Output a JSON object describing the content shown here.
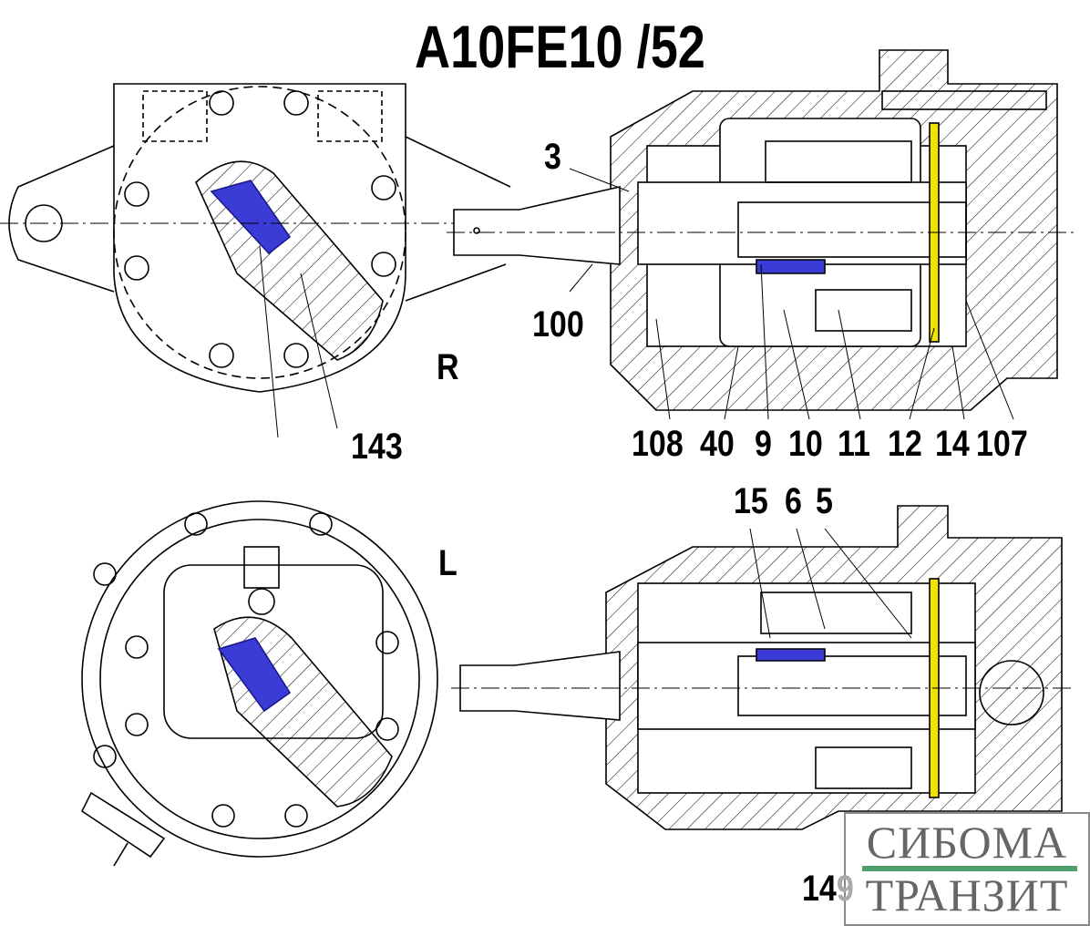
{
  "title": "A10FE10 /52",
  "views": {
    "right": "R",
    "left": "L"
  },
  "part_labels": {
    "p3": "3",
    "p100": "100",
    "p143": "143",
    "p108": "108",
    "p40": "40",
    "p9": "9",
    "p10": "10",
    "p11": "11",
    "p12": "12",
    "p14": "14",
    "p107": "107",
    "p15": "15",
    "p6": "6",
    "p5": "5",
    "p149a": "14",
    "p149b": "9"
  },
  "watermark": {
    "line1": "СИБОМА",
    "line2": "ТРАНЗИТ",
    "accent": "#4f9f6a"
  },
  "colors": {
    "seal": "#f2e200",
    "spring": "#3b3bd6"
  }
}
